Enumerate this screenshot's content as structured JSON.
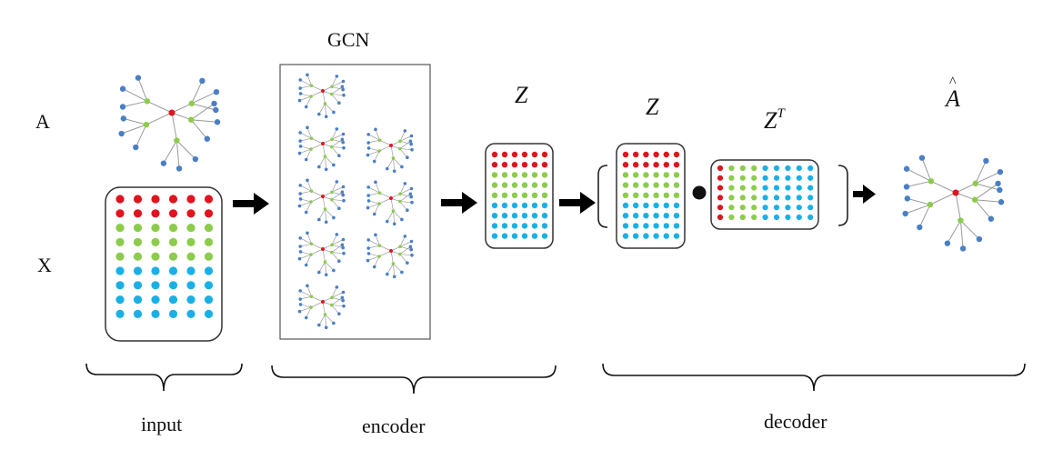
{
  "labels": {
    "a": "A",
    "x": "X",
    "gcn": "GCN",
    "z_encoder": "Z",
    "z_decoder": "Z",
    "z_transpose_base": "Z",
    "z_transpose_sup": "T",
    "a_hat": "A",
    "a_hat_accent": "^",
    "input": "input",
    "encoder": "encoder",
    "decoder": "decoder"
  },
  "colors": {
    "red": "#e0141e",
    "green": "#8ccc4c",
    "blue": "#1ab0e6",
    "node_blue": "#4a7fc6",
    "node_green": "#8ccc4c",
    "node_red": "#e0141e",
    "edge": "#9a9a9a",
    "box_stroke": "#444444"
  },
  "matrices": {
    "x_rows": [
      "red",
      "red",
      "green",
      "green",
      "green",
      "blue",
      "blue",
      "blue",
      "blue"
    ],
    "z_rows": [
      "red",
      "red",
      "green",
      "green",
      "green",
      "blue",
      "blue",
      "blue",
      "blue"
    ],
    "zt_columns": [
      "red",
      "green",
      "green",
      "green",
      "blue",
      "blue",
      "blue",
      "blue",
      "blue"
    ]
  },
  "gcn_layers": {
    "left_column_graphs": 5,
    "right_column_graphs": 3
  }
}
